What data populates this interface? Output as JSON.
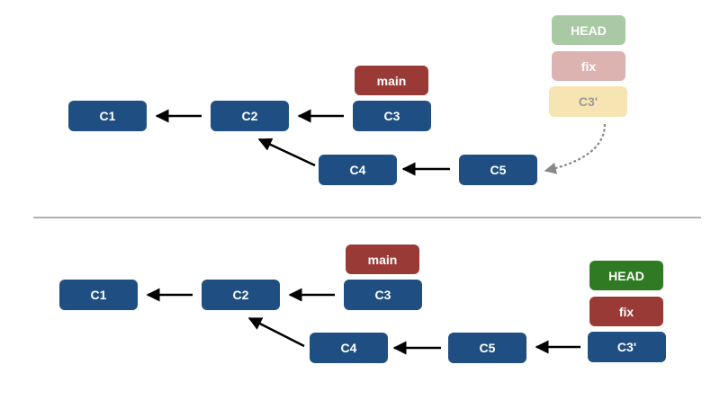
{
  "top": {
    "c1": "C1",
    "c2": "C2",
    "c3": "C3",
    "c4": "C4",
    "c5": "C5",
    "main": "main",
    "head": "HEAD",
    "fix": "fix",
    "c3prime": "C3'"
  },
  "bottom": {
    "c1": "C1",
    "c2": "C2",
    "c3": "C3",
    "c4": "C4",
    "c5": "C5",
    "main": "main",
    "head": "HEAD",
    "fix": "fix",
    "c3prime": "C3'"
  },
  "colors": {
    "commit": "#1f4f82",
    "branch": "#9a3a36",
    "head": "#2f7a22",
    "head_faded": "#a9c9a4",
    "branch_faded": "#dcb3b1",
    "commit_faded": "#f7e4b3"
  }
}
